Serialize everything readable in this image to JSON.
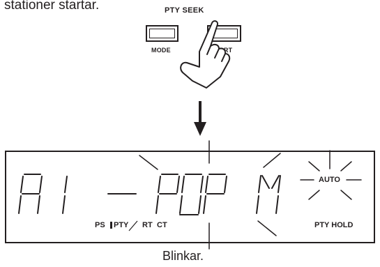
{
  "intro_text": "stationer startar.",
  "control_panel": {
    "title": "PTY SEEK",
    "buttons": [
      {
        "label": "MODE"
      },
      {
        "label": "START"
      }
    ],
    "hand_icon": "pointing-hand"
  },
  "arrow_icon": "arrow-down",
  "display": {
    "segment_text": "A1 — POP M",
    "auto_label": "AUTO",
    "indicators": {
      "ps": "PS",
      "pty": "PTY",
      "rt": "RT",
      "ct": "CT"
    },
    "pty_hold": "PTY HOLD"
  },
  "caption": "Blinkar."
}
